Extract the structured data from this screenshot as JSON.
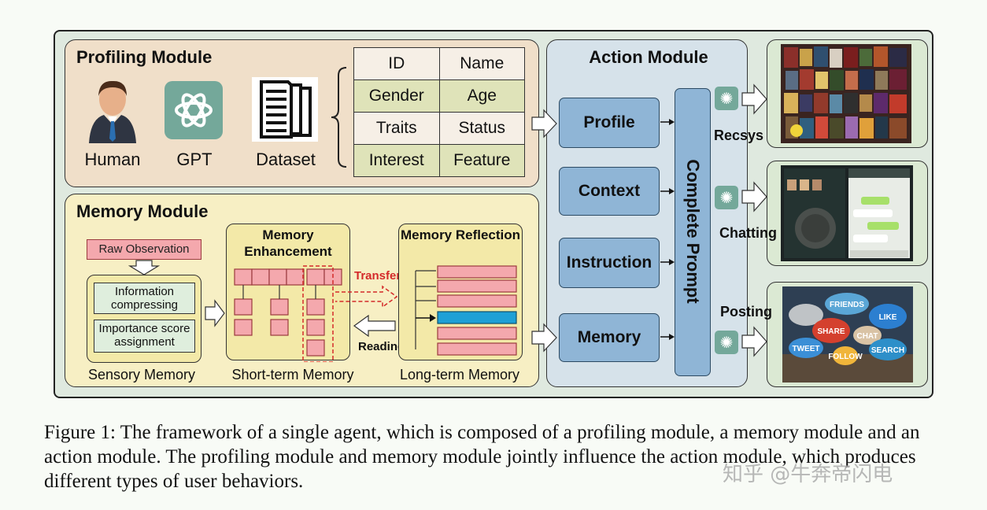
{
  "profiling": {
    "title": "Profiling Module",
    "sources": [
      {
        "label": "Human",
        "icon": "person-icon"
      },
      {
        "label": "GPT",
        "icon": "gpt-logo-icon"
      },
      {
        "label": "Dataset",
        "icon": "document-stack-icon"
      }
    ],
    "attributes": [
      [
        "ID",
        "Name"
      ],
      [
        "Gender",
        "Age"
      ],
      [
        "Traits",
        "Status"
      ],
      [
        "Interest",
        "Feature"
      ]
    ]
  },
  "memory": {
    "title": "Memory Module",
    "raw_observation": "Raw Observation",
    "information_compressing": "Information compressing",
    "importance_score": "Importance score assignment",
    "enhancement_title": "Memory Enhancement",
    "reflection_title": "Memory Reflection",
    "transfer": "Transfer",
    "reading": "Reading",
    "sensory_label": "Sensory Memory",
    "short_term_label": "Short-term Memory",
    "long_term_label": "Long-term Memory"
  },
  "action": {
    "title": "Action Module",
    "buttons": [
      "Profile",
      "Context",
      "Instruction",
      "Memory"
    ],
    "complete_prompt": "Complete Prompt"
  },
  "outputs": {
    "recsys": "Recsys",
    "chatting": "Chatting",
    "posting": "Posting",
    "speech_bubbles": [
      "FRIENDS",
      "LIKE",
      "SHARE",
      "TWEET",
      "CHAT",
      "SEARCH",
      "FOLLOW"
    ]
  },
  "caption": "Figure 1: The framework of a single agent, which is composed of a profiling module, a memory module and an action module. The profiling module and memory module jointly influence the action module, which produces different types of user behaviors.",
  "watermark": "知乎 @牛奔帝闪电",
  "colors": {
    "profiling_bg": "#f0dfc9",
    "memory_bg": "#f7efc4",
    "action_bg": "#d6e2ea",
    "button_blue": "#8fb5d6",
    "transfer_red": "#d42a2a"
  }
}
